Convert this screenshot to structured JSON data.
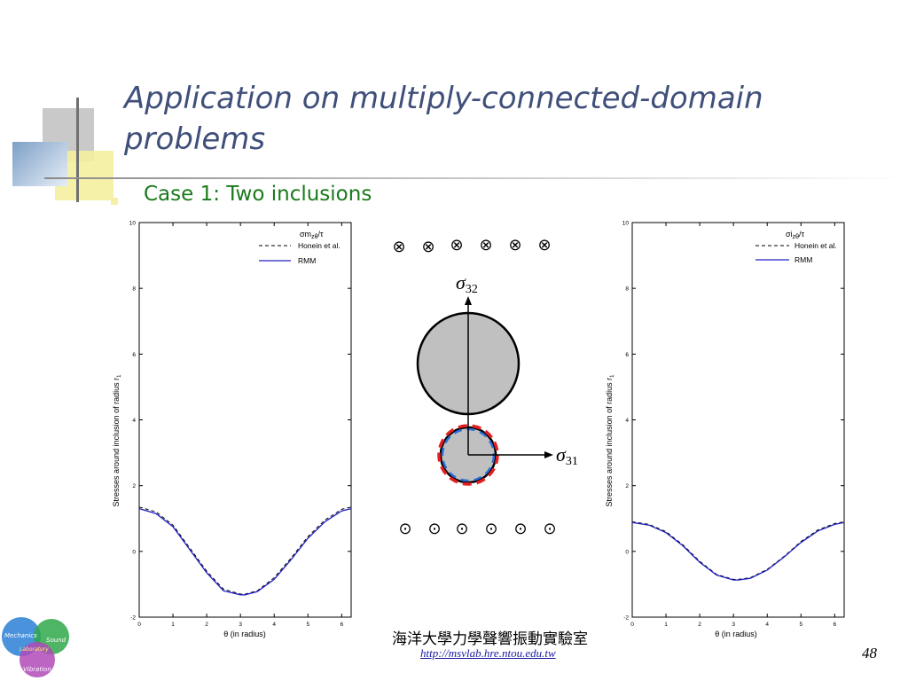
{
  "slide": {
    "title": "Application on multiply-connected-domain problems",
    "bullet": "Case 1: Two inclusions",
    "footer_chinese": "海洋大學力學聲響振動實驗室",
    "footer_url": "http://msvlab.hre.ntou.edu.tw",
    "page_number": "48"
  },
  "logo": {
    "mechanics": "Mechanics",
    "sound": "Sound",
    "laboratory": "Laboratory",
    "vibration": "Vibration"
  },
  "diagram": {
    "sigma32": "σ",
    "sigma32_sub": "32",
    "sigma31": "σ",
    "sigma31_sub": "31",
    "into_symbol": "⊗",
    "out_symbol": "⊙",
    "colors": {
      "inclusion_fill": "#c0c0c0",
      "dashed_red": "#e02020",
      "dashed_blue": "#2a6fd6"
    }
  },
  "chart_data": [
    {
      "type": "line",
      "legend_title": "σm",
      "legend_title_sub": "zθ",
      "legend_title_suffix": "/τ",
      "xlabel": "θ (in radius)",
      "ylabel": "Stresses around inclusion of radius r",
      "ylabel_sub": "1",
      "xlim": [
        0,
        6.28
      ],
      "ylim": [
        -2,
        10
      ],
      "xticks": [
        "0",
        "1",
        "2",
        "3",
        "4",
        "5",
        "6"
      ],
      "yticks": [
        "-2",
        "0",
        "2",
        "4",
        "6",
        "8",
        "10"
      ],
      "legend_placement": "top-right",
      "series": [
        {
          "name": "Honein et al.",
          "style": "dashed",
          "color": "#000000",
          "x": [
            0,
            0.5,
            1,
            1.5,
            2,
            2.5,
            3,
            3.14,
            3.5,
            4,
            4.5,
            5,
            5.5,
            6,
            6.28
          ],
          "y": [
            1.35,
            1.2,
            0.8,
            0.1,
            -0.6,
            -1.15,
            -1.3,
            -1.3,
            -1.2,
            -0.8,
            -0.2,
            0.45,
            0.95,
            1.28,
            1.35
          ]
        },
        {
          "name": "RMM",
          "style": "solid",
          "color": "#2020c0",
          "x": [
            0,
            0.5,
            1,
            1.5,
            2,
            2.5,
            3,
            3.14,
            3.5,
            4,
            4.5,
            5,
            5.5,
            6,
            6.28
          ],
          "y": [
            1.3,
            1.15,
            0.75,
            0.05,
            -0.65,
            -1.2,
            -1.32,
            -1.32,
            -1.22,
            -0.85,
            -0.25,
            0.4,
            0.9,
            1.23,
            1.3
          ]
        }
      ]
    },
    {
      "type": "line",
      "legend_title": "σi",
      "legend_title_sub": "zθ",
      "legend_title_suffix": "/τ",
      "xlabel": "θ (in radius)",
      "ylabel": "Stresses around inclusion of radius r",
      "ylabel_sub": "1",
      "xlim": [
        0,
        6.28
      ],
      "ylim": [
        -2,
        10
      ],
      "xticks": [
        "0",
        "1",
        "2",
        "3",
        "4",
        "5",
        "6"
      ],
      "yticks": [
        "-2",
        "0",
        "2",
        "4",
        "6",
        "8",
        "10"
      ],
      "legend_placement": "top-right",
      "series": [
        {
          "name": "Honein et al.",
          "style": "dashed",
          "color": "#000000",
          "x": [
            0,
            0.5,
            1,
            1.5,
            2,
            2.5,
            3,
            3.14,
            3.5,
            4,
            4.5,
            5,
            5.5,
            6,
            6.28
          ],
          "y": [
            0.9,
            0.82,
            0.6,
            0.2,
            -0.3,
            -0.7,
            -0.85,
            -0.85,
            -0.8,
            -0.55,
            -0.15,
            0.3,
            0.65,
            0.85,
            0.9
          ]
        },
        {
          "name": "RMM",
          "style": "solid",
          "color": "#2020c0",
          "x": [
            0,
            0.5,
            1,
            1.5,
            2,
            2.5,
            3,
            3.14,
            3.5,
            4,
            4.5,
            5,
            5.5,
            6,
            6.28
          ],
          "y": [
            0.88,
            0.8,
            0.57,
            0.17,
            -0.33,
            -0.72,
            -0.87,
            -0.87,
            -0.82,
            -0.57,
            -0.17,
            0.27,
            0.62,
            0.82,
            0.88
          ]
        }
      ]
    }
  ]
}
